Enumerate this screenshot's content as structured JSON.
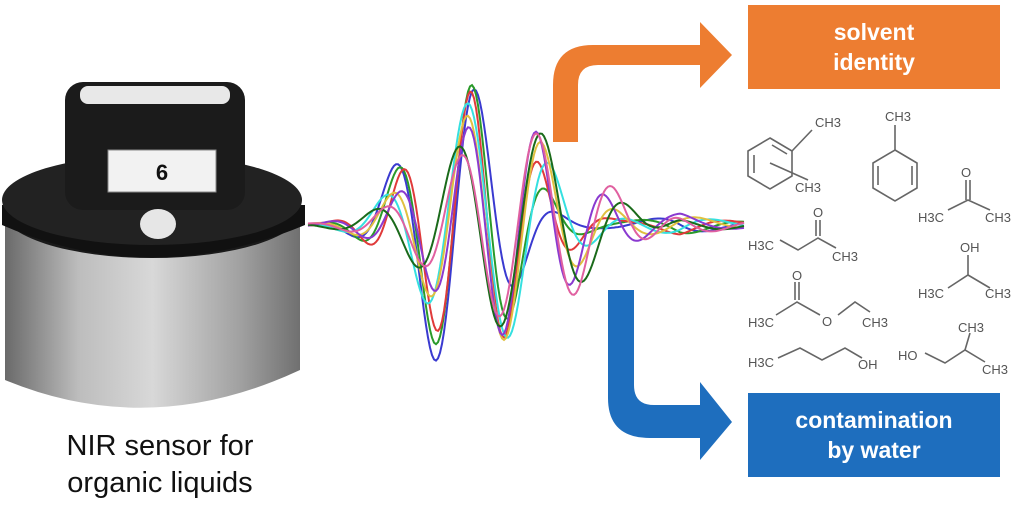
{
  "device": {
    "label": "6"
  },
  "caption": {
    "line1": "NIR sensor for",
    "line2": "organic liquids"
  },
  "outputs": {
    "solvent": {
      "line1": "solvent",
      "line2": "identity",
      "color": "#ED7D31"
    },
    "water": {
      "line1": "contamination",
      "line2": "by water",
      "color": "#1E6EBE"
    }
  },
  "chem": {
    "ch3": "CH3",
    "h3c": "H3C",
    "o": "O",
    "oh": "OH",
    "ho": "HO"
  },
  "spectra_colors": [
    "#3a3ad0",
    "#2a9a2a",
    "#e03a3a",
    "#35e0e0",
    "#e0c040",
    "#8a3ad0",
    "#1a6a1a",
    "#e060a0"
  ]
}
